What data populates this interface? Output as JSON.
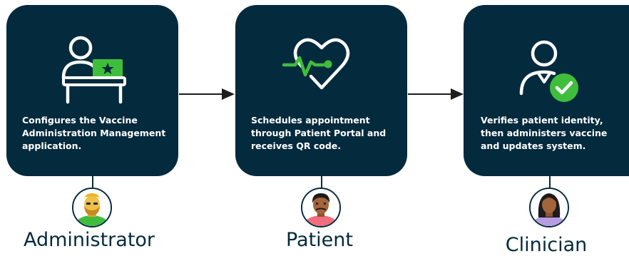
{
  "steps": [
    {
      "icon": "admin-laptop-icon",
      "text": "Configures the Vaccine Administration Management application.",
      "role": "Administrator"
    },
    {
      "icon": "heart-pulse-icon",
      "text": "Schedules appointment through Patient Portal and receives QR code.",
      "role": "Patient"
    },
    {
      "icon": "user-check-icon",
      "text": "Verifies patient identity, then administers vaccine and updates system.",
      "role": "Clinician"
    }
  ],
  "colors": {
    "card": "#042a3d",
    "accent": "#3fbe3c",
    "arrow": "#1d1d1d"
  }
}
